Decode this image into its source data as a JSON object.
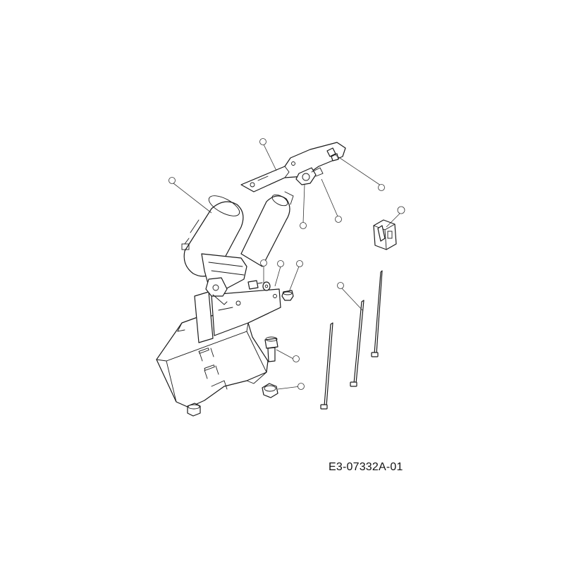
{
  "drawing_code": "E3-07332A-01",
  "callouts": [
    {
      "id": "c1",
      "label": "",
      "highlight": false
    },
    {
      "id": "c2",
      "label": "",
      "highlight": false
    },
    {
      "id": "c3",
      "label": "",
      "highlight": false
    },
    {
      "id": "c4",
      "label": "",
      "highlight": false
    },
    {
      "id": "c5",
      "label": "",
      "highlight": false
    },
    {
      "id": "c6",
      "label": "",
      "highlight": false
    },
    {
      "id": "c7",
      "label": "",
      "highlight": false
    },
    {
      "id": "c8",
      "label": "",
      "highlight": false
    },
    {
      "id": "c9",
      "label": "",
      "highlight": false
    },
    {
      "id": "c10",
      "label": "",
      "highlight": false
    },
    {
      "id": "c11",
      "label": "",
      "highlight": false
    },
    {
      "id": "c12",
      "label": "",
      "highlight": false
    },
    {
      "id": "c13",
      "label": "",
      "highlight": true
    }
  ],
  "colors": {
    "line": "#1a1a1a",
    "highlight": "#c9a227"
  }
}
